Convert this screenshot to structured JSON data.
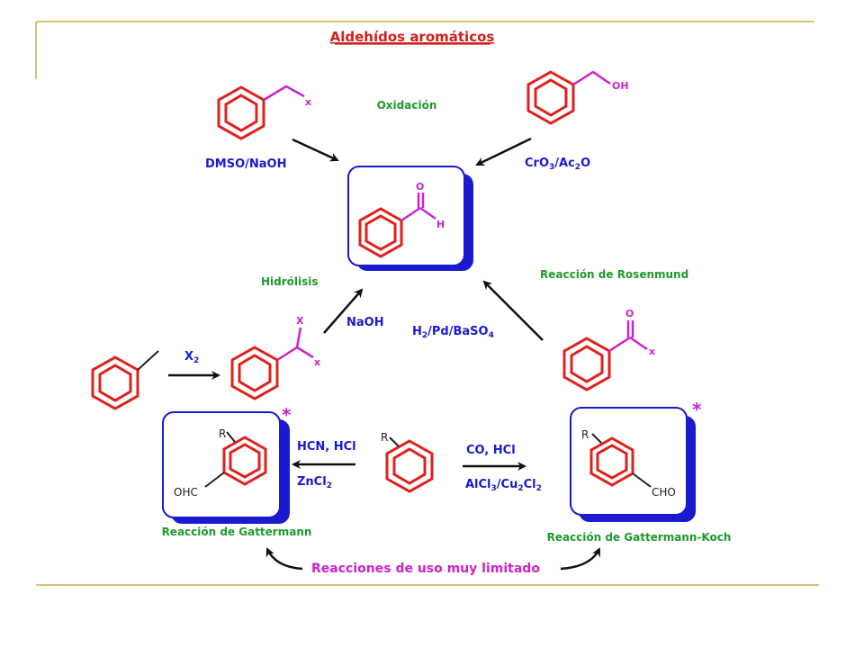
{
  "title": "Aldehídos aromáticos",
  "labels": {
    "oxidacion": "Oxidación",
    "dmso": "DMSO/NaOH",
    "cro3_a": "CrO",
    "cro3_sub": "3",
    "cro3_b": "/Ac",
    "cro3_sub2": "2",
    "cro3_c": "O",
    "hidrolisis": "Hidrólisis",
    "rosenmund": "Reacción de Rosenmund",
    "x2_a": "X",
    "x2_sub": "2",
    "naoh": "NaOH",
    "h2_a": "H",
    "h2_sub": "2",
    "h2_b": "/Pd/BaSO",
    "h2_sub2": "4",
    "hcn": "HCN, HCl",
    "zncl_a": "ZnCl",
    "zncl_sub": "2",
    "co": "CO, HCl",
    "alcl_a": "AlCl",
    "alcl_sub": "3",
    "alcl_b": "/Cu",
    "alcl_sub2": "2",
    "alcl_c": "Cl",
    "alcl_sub3": "2",
    "gattermann": "Reacción de Gattermann",
    "gattermann_koch": "Reacción de Gattermann-Koch",
    "limitado": "Reacciones de uso muy limitado",
    "star": "*"
  },
  "atoms": {
    "x_benzyl": "x",
    "oh": "OH",
    "o_center": "O",
    "h_center": "H",
    "x_upper": "X",
    "x_lower": "x",
    "o_acyl": "O",
    "x_acyl": "x",
    "r_left": "R",
    "ohc": "OHC",
    "r_mid": "R",
    "r_right": "R",
    "cho": "CHO"
  },
  "colors": {
    "frame_line": "#c8b040",
    "ring": "#e0201c",
    "bond_substituent": "#cc22cc",
    "box_border": "#1a1ad0",
    "box_shadow": "#1a1ad0",
    "reagent_text": "#1a1ad0",
    "name_text": "#1e9a2a",
    "note_text": "#cc22cc"
  }
}
